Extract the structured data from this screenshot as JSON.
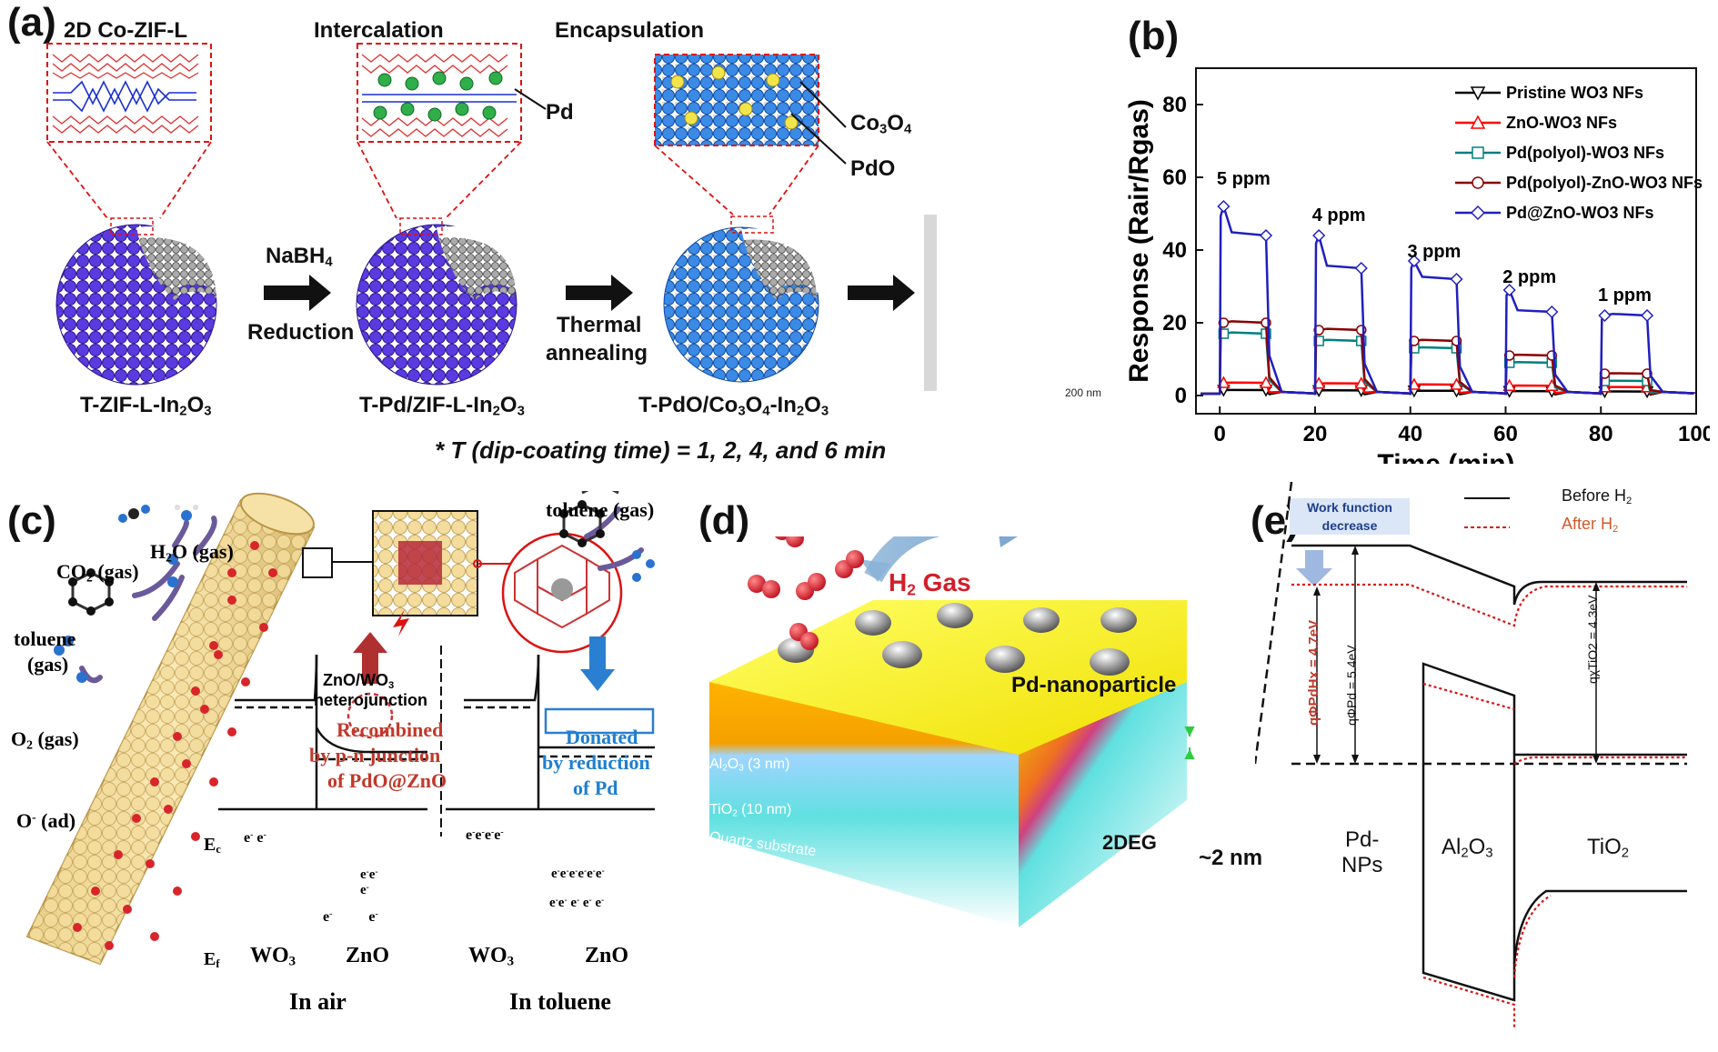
{
  "panel_a": {
    "label": "(a)",
    "stage_titles": [
      "2D Co-ZIF-L",
      "Intercalation",
      "Encapsulation"
    ],
    "callouts": {
      "pd": "Pd",
      "co3o4": "Co3O4",
      "pdo": "PdO"
    },
    "sphere_labels": [
      "T-ZIF-L-In2O3",
      "T-Pd/ZIF-L-In2O3",
      "T-PdO/Co3O4-In2O3"
    ],
    "step1_top": "NaBH4",
    "step1_bottom": "Reduction",
    "step2": [
      "Thermal",
      "annealing"
    ],
    "tem_scale": "200 nm",
    "footnote": "* T (dip-coating time) = 1, 2, 4, and 6 min"
  },
  "panel_b": {
    "label": "(b)"
  },
  "panel_c": {
    "label": "(c)",
    "gases": {
      "co2": "CO2 (gas)",
      "h2o": "H2O (gas)",
      "toluene_left": [
        "toluene",
        "(gas)"
      ],
      "o2": "O2 (gas)",
      "o_ad": "O- (ad)",
      "toluene_right": "toluene (gas)"
    },
    "junction": [
      "ZnO/WO3",
      "heterojunction"
    ],
    "recombined": [
      "Recombined",
      "by p-n junction",
      "of PdO@ZnO"
    ],
    "donated": [
      "Donated",
      "by reduction",
      "of Pd"
    ],
    "band_labels": {
      "ec": "Ec",
      "ef": "Ef",
      "wo3": "WO3",
      "zno": "ZnO"
    },
    "conditions": [
      "In air",
      "In toluene"
    ]
  },
  "panel_d": {
    "label": "(d)",
    "gas": "H2 Gas",
    "pd_np": "Pd-nanoparticle",
    "layers": [
      "Al2O3 (3 nm)",
      "TiO2 (10 nm)",
      "Quartz substrate"
    ],
    "twodeg": "2DEG",
    "thickness": "~2 nm"
  },
  "panel_e": {
    "label": "(e)",
    "legend": [
      "Before H2",
      "After H2"
    ],
    "work_function": [
      "Work function",
      "decrease"
    ],
    "energies": {
      "phi_pdhx": "qΦPdHx = 4.7eV",
      "phi_pd": "qΦPd = 5.4eV",
      "chi_tio2": "qχTiO2 = 4.3eV"
    },
    "regions": {
      "pd": [
        "Pd-",
        "NPs"
      ],
      "al2o3": "Al2O3",
      "tio2": "TiO2"
    }
  },
  "chart_data": {
    "type": "line",
    "title": "",
    "xlabel": "Time (min)",
    "ylabel": "Response (Rair/Rgas)",
    "xlim": [
      -5,
      100
    ],
    "ylim": [
      -5,
      90
    ],
    "xticks": [
      0,
      20,
      40,
      60,
      80,
      100
    ],
    "yticks": [
      0,
      20,
      40,
      60,
      80
    ],
    "legend_position": "top-right",
    "annotations": [
      {
        "text": "5 ppm",
        "x": 5,
        "y": 58
      },
      {
        "text": "4 ppm",
        "x": 25,
        "y": 48
      },
      {
        "text": "3 ppm",
        "x": 45,
        "y": 38
      },
      {
        "text": "2 ppm",
        "x": 65,
        "y": 31
      },
      {
        "text": "1 ppm",
        "x": 85,
        "y": 26
      }
    ],
    "pulses": [
      {
        "on": 0,
        "off": 10
      },
      {
        "on": 20,
        "off": 30
      },
      {
        "on": 40,
        "off": 50
      },
      {
        "on": 60,
        "off": 70
      },
      {
        "on": 80,
        "off": 90
      }
    ],
    "series": [
      {
        "name": "Pristine WO3 NFs",
        "color": "#000000",
        "marker": "triangle-down",
        "peaks": [
          1.5,
          1.4,
          1.3,
          1.2,
          1.1
        ]
      },
      {
        "name": "ZnO-WO3 NFs",
        "color": "#ff0000",
        "marker": "triangle",
        "peaks": [
          3.5,
          3.3,
          3.0,
          2.7,
          2.3
        ]
      },
      {
        "name": "Pd(polyol)-WO3 NFs",
        "color": "#008080",
        "marker": "square",
        "peaks": [
          17,
          15,
          13,
          9,
          4
        ]
      },
      {
        "name": "Pd(polyol)-ZnO-WO3 NFs",
        "color": "#8b0000",
        "marker": "circle",
        "peaks": [
          20,
          18,
          15,
          11,
          6
        ]
      },
      {
        "name": "Pd@ZnO-WO3 NFs",
        "color": "#1f1fbf",
        "marker": "diamond",
        "peaks": [
          44,
          35,
          32,
          23,
          22
        ],
        "initial_spike": [
          52,
          44,
          37,
          29,
          22
        ]
      }
    ]
  }
}
